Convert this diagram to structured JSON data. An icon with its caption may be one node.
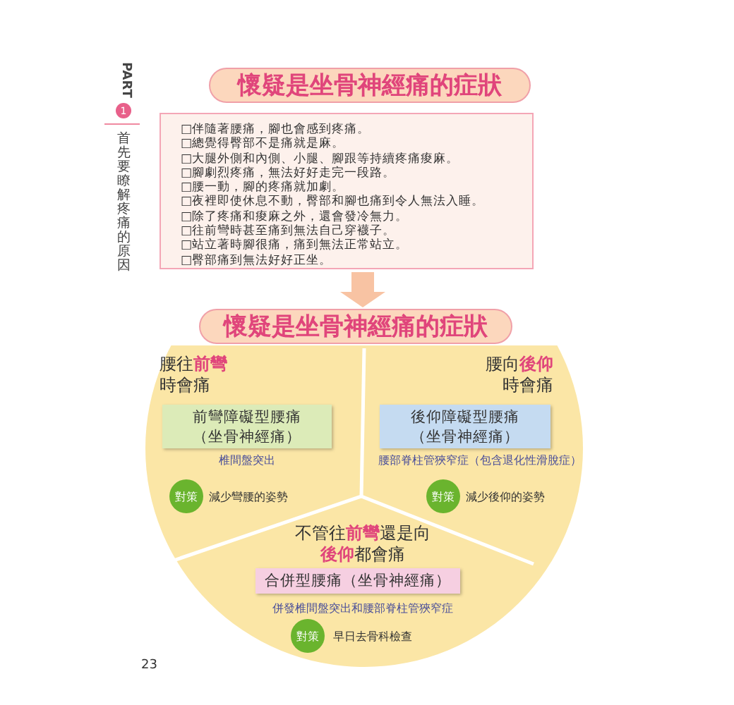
{
  "diagram": {
    "nodes": [
      {
        "text": [
          "懷疑是坐骨神經痛的症狀"
        ]
      },
      {
        "text": [
          "□伴隨著腰痛，腳也會感到疼痛。",
          "□總覺得臀部不是痛就是麻。",
          "□大腿外側和內側、小腿、腳跟等持續疼痛痠麻。",
          "□腳劇烈疼痛，無法好好走完一段路。",
          "□腰一動，腳的疼痛就加劇。",
          "□夜裡即使休息不動，臀部和腳也痛到令人無法入睡。",
          "□除了疼痛和痠麻之外，還會發冷無力。",
          "□往前彎時甚至痛到無法自己穿襪子。",
          "□站立著時腳很痛，痛到無法正常站立。",
          "□臀部痛到無法好好正坐。"
        ]
      },
      {
        "text": [
          "懷疑是坐骨神經痛的症狀"
        ]
      },
      {
        "text": [
          "前彎障礙型腰痛（坐骨神經痛）"
        ],
        "beside": [
          "椎間盤突出"
        ]
      },
      {
        "text": [
          "對策"
        ],
        "beside": [
          "減少彎腰的姿勢"
        ]
      },
      {
        "text": [
          "後仰障礙型腰痛（坐骨神經痛）"
        ],
        "beside": [
          "腰部脊柱管狹窄症（包含退化性滑脫症）"
        ]
      },
      {
        "text": [
          "對策"
        ],
        "beside": [
          "減少後仰的姿勢"
        ]
      },
      {
        "text": [
          "合併型腰痛（坐骨神經痛）"
        ],
        "beside": [
          "併發椎間盤突出和腰部脊柱管狹窄症"
        ]
      },
      {
        "text": [
          "對策"
        ],
        "beside": [
          "早日去骨科檢查"
        ]
      }
    ],
    "edges": [
      {
        "from": 1,
        "to": 2,
        "arrow": "to"
      }
    ],
    "labels": [
      "PART",
      "1",
      "首先要瞭解疼痛的原因",
      "腰往**前彎**時會痛",
      "腰向**後仰**時會痛",
      "不管往**前彎**還是向**後仰**都會痛",
      "23"
    ]
  }
}
